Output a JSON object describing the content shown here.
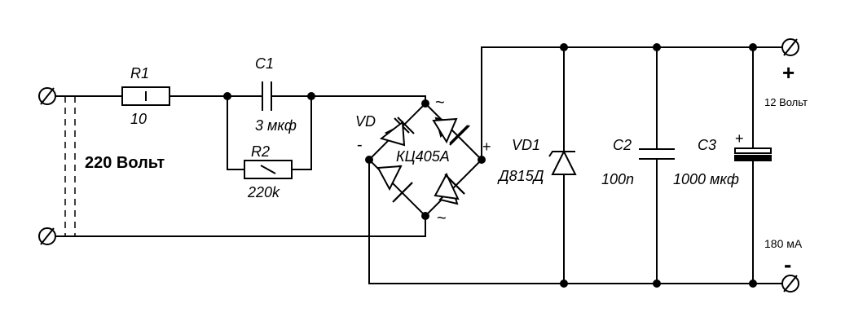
{
  "labels": {
    "r1_name": "R1",
    "r1_value": "10",
    "c1_name": "C1",
    "c1_value": "3 мкф",
    "r2_name": "R2",
    "r2_value": "220k",
    "vd_name": "VD",
    "bridge_name": "КЦ405А",
    "vd1_name": "VD1",
    "vd1_value": "Д815Д",
    "c2_name": "C2",
    "c2_value": "100n",
    "c3_name": "C3",
    "c3_value": "1000 мкф",
    "input_voltage": "220 Вольт",
    "output_voltage": "12 Вольт",
    "output_current": "180 мА",
    "plus_out": "+",
    "minus_out": "-",
    "bridge_plus": "+",
    "bridge_minus": "-",
    "c3_plus": "+",
    "ac_top": "~",
    "ac_bottom": "~"
  }
}
